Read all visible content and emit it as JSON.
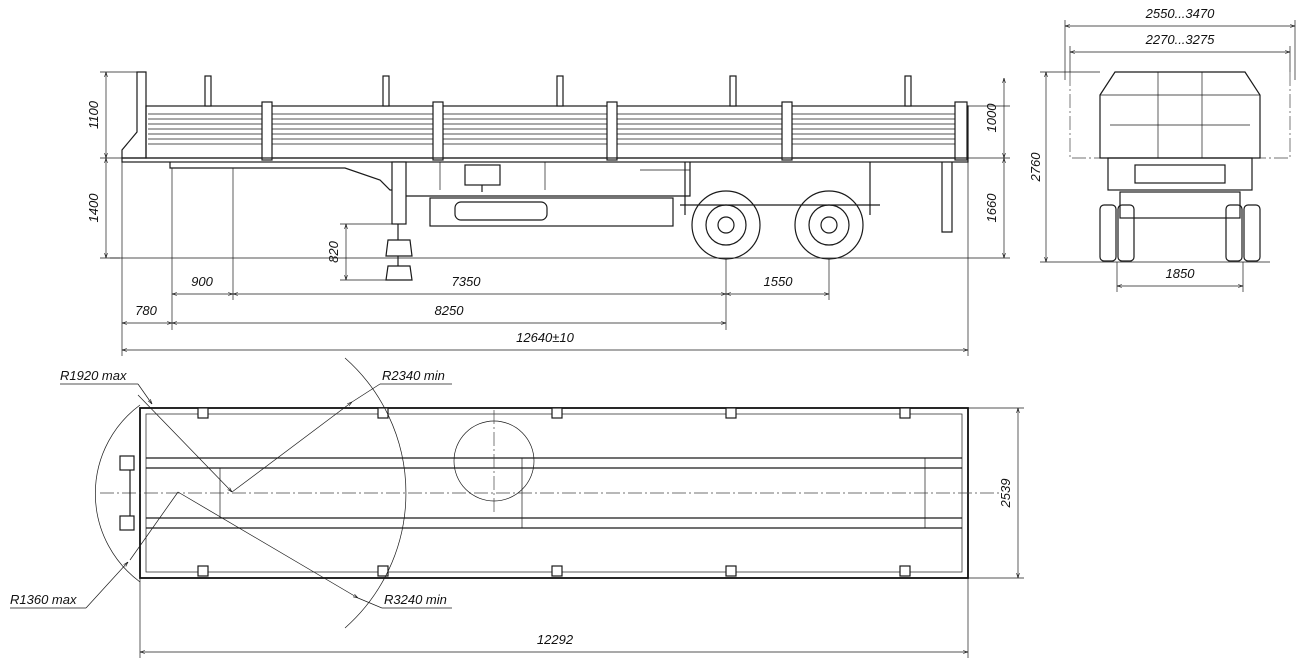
{
  "side_view": {
    "dims": {
      "sides_height": "1100",
      "platform_height": "1400",
      "support_travel": "820",
      "kingpin_to_support": "900",
      "support_to_axle": "7350",
      "axle_spacing": "1550",
      "front_overhang": "780",
      "kingpin_to_axle": "8250",
      "overall_length": "12640±10",
      "rear_sides_height": "1000",
      "rear_platform_height": "1660"
    }
  },
  "rear_view": {
    "dims": {
      "overall_width": "2550...3470",
      "inner_width": "2270...3275",
      "overall_height": "2760",
      "track": "1850"
    }
  },
  "top_view": {
    "dims": {
      "r1920": "R1920 max",
      "r2340": "R2340 min",
      "r1360": "R1360 max",
      "r3240": "R3240 min",
      "platform_width": "2539",
      "platform_length": "12292"
    }
  }
}
